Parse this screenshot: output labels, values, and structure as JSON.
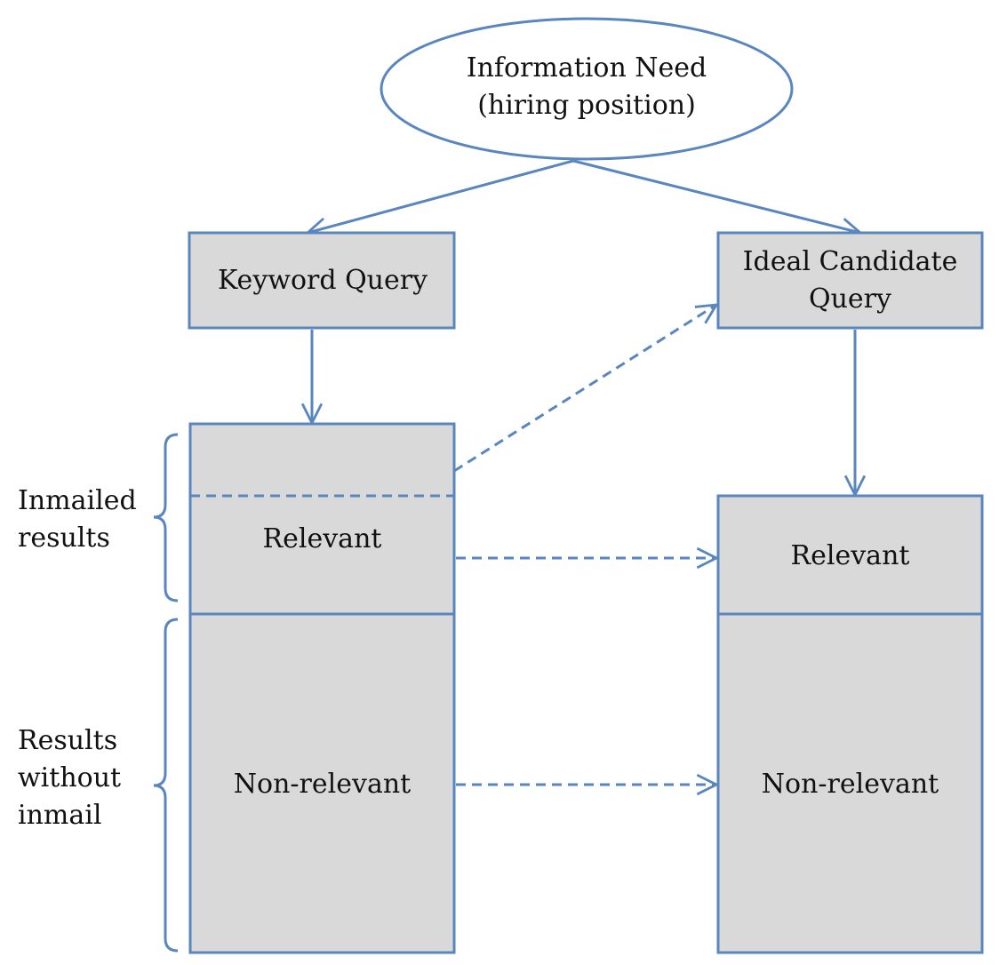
{
  "diagram": {
    "information_need": {
      "line1": "Information Need",
      "line2": "(hiring position)"
    },
    "keyword_query": {
      "label": "Keyword Query"
    },
    "ideal_candidate_query": {
      "line1": "Ideal Candidate",
      "line2": "Query"
    },
    "left_results": {
      "relevant": "Relevant",
      "non_relevant": "Non-relevant"
    },
    "right_results": {
      "relevant": "Relevant",
      "non_relevant": "Non-relevant"
    },
    "brackets": {
      "inmailed": {
        "line1": "Inmailed",
        "line2": "results"
      },
      "without_inmail": {
        "line1": "Results",
        "line2": "without",
        "line3": "inmail"
      }
    }
  },
  "colors": {
    "stroke": "#5a86c0",
    "fill": "#d9d9d9",
    "text": "#111111"
  }
}
